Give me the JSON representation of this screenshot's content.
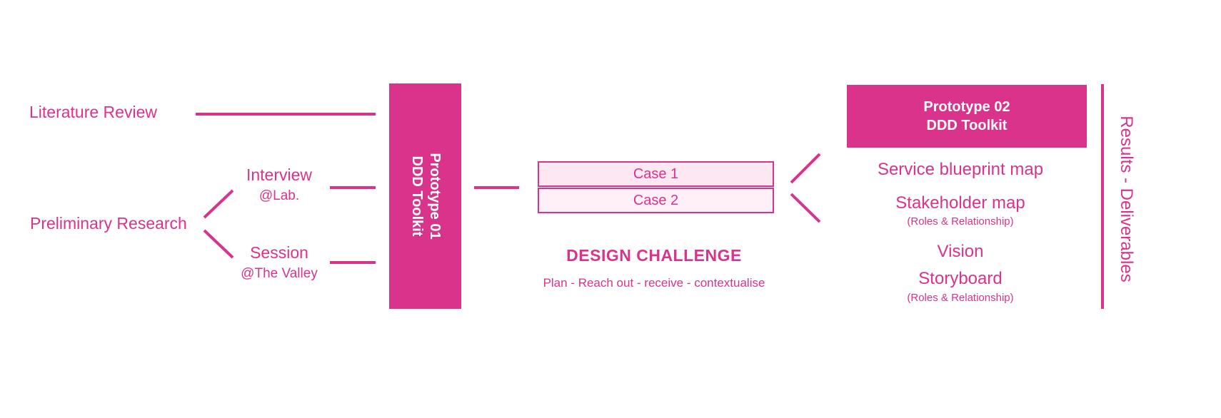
{
  "inputs": {
    "literature_review": "Literature Review",
    "preliminary_research": "Preliminary Research",
    "interview": {
      "title": "Interview",
      "place": "@Lab."
    },
    "session": {
      "title": "Session",
      "place": "@The Valley"
    }
  },
  "prototype_01": {
    "line1": "Prototype 01",
    "line2": "DDD Toolkit"
  },
  "cases": [
    "Case 1",
    "Case 2"
  ],
  "design_challenge": {
    "title": "DESIGN CHALLENGE",
    "steps": "Plan - Reach out - receive - contextualise"
  },
  "prototype_02": {
    "line1": "Prototype 02",
    "line2": "DDD Toolkit"
  },
  "deliverables": {
    "service_blueprint": "Service blueprint map",
    "stakeholder_map": "Stakeholder map",
    "stakeholder_note": "(Roles & Relationship)",
    "vision": "Vision",
    "storyboard": "Storyboard",
    "storyboard_note": "(Roles & Relationship)"
  },
  "results_label": "Results - Deliverables",
  "colors": {
    "accent": "#d9338b",
    "case_fill": "#fde7f1",
    "background": "#ffffff"
  }
}
